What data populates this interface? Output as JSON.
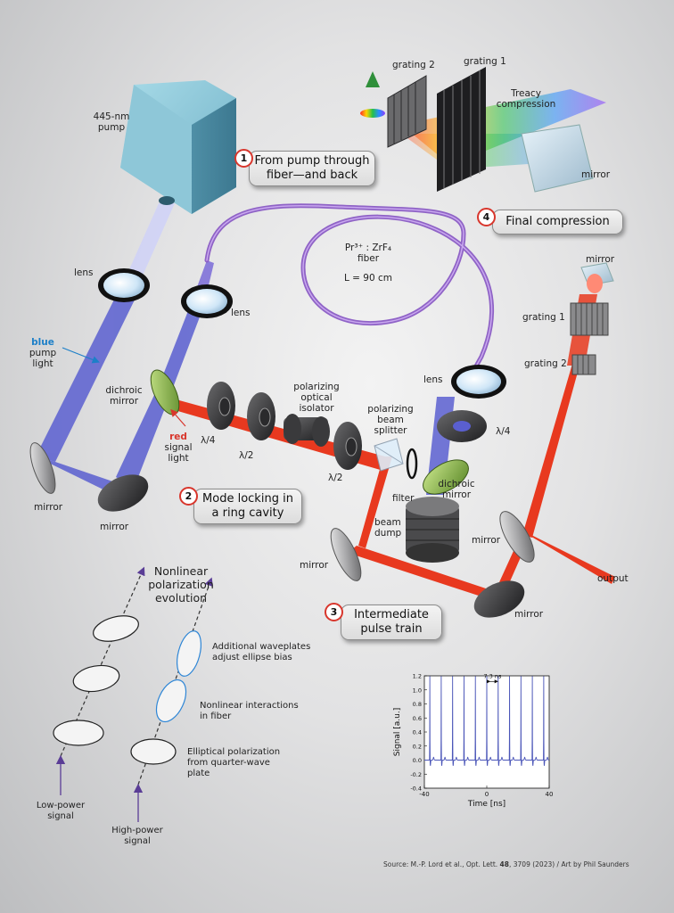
{
  "labels": {
    "pump": [
      "445-nm",
      "pump"
    ],
    "lens": "lens",
    "blue": "blue",
    "pump_light": [
      "pump",
      "light"
    ],
    "dichroic_mirror": [
      "dichroic",
      "mirror"
    ],
    "red": "red",
    "signal_light": [
      "signal",
      "light"
    ],
    "mirror": "mirror",
    "quarter_wave": "λ/4",
    "half_wave": "λ/2",
    "isolator": [
      "polarizing",
      "optical",
      "isolator"
    ],
    "beam_splitter": [
      "polarizing",
      "beam",
      "splitter"
    ],
    "filter": "filter",
    "beam_dump": [
      "beam",
      "dump"
    ],
    "fiber_material": "Pr³⁺ : ZrF₄",
    "fiber_word": "fiber",
    "fiber_length": "L = 90 cm",
    "grating_1": "grating 1",
    "grating_2": "grating 2",
    "treacy": [
      "Treacy",
      "compression"
    ],
    "output": "output"
  },
  "callouts": [
    {
      "num": "1",
      "lines": [
        "From pump through",
        "fiber—and back"
      ]
    },
    {
      "num": "2",
      "lines": [
        "Mode locking in",
        "a ring cavity"
      ]
    },
    {
      "num": "3",
      "lines": [
        "Intermediate",
        "pulse train"
      ]
    },
    {
      "num": "4",
      "lines": [
        "Final compression"
      ]
    }
  ],
  "nlpe": {
    "title": [
      "Nonlinear",
      "polarization",
      "evolution"
    ],
    "notes": [
      [
        "Additional waveplates",
        "adjust ellipse bias"
      ],
      [
        "Nonlinear interactions",
        "in fiber"
      ],
      [
        "Elliptical polarization",
        "from quarter-wave",
        "plate"
      ]
    ],
    "low_power": [
      "Low-power",
      "signal"
    ],
    "high_power": [
      "High-power",
      "signal"
    ]
  },
  "chart_data": {
    "type": "line",
    "xlabel": "Time [ns]",
    "ylabel": "Signal [a.u.]",
    "xlim": [
      -40,
      40
    ],
    "ylim": [
      -0.4,
      1.2
    ],
    "x_ticks": [
      "-40",
      "0",
      "40"
    ],
    "y_ticks": [
      "-0.4",
      "-0.2",
      "0.0",
      "0.2",
      "0.4",
      "0.6",
      "0.8",
      "1.0",
      "1.2"
    ],
    "annotation": "7.3 ns",
    "period_ns": 7.3,
    "pulse_times_ns": [
      -36.5,
      -29.2,
      -21.9,
      -14.6,
      -7.3,
      0,
      7.3,
      14.6,
      21.9,
      29.2,
      36.5
    ],
    "pulse_peak": 1.2,
    "baseline": 0.0,
    "line_color": "#4a55b8"
  },
  "source_parts": {
    "before": "Source: M.-P. Lord et al., Opt. Lett. ",
    "volume": "48",
    "after": ", 3709 (2023) / Art by Phil Saunders"
  },
  "colors": {
    "blue_beam": "#5a5fd0",
    "red_beam": "#e8391f",
    "fiber": "#8a5cc4",
    "callout_ring": "#d8362c"
  }
}
